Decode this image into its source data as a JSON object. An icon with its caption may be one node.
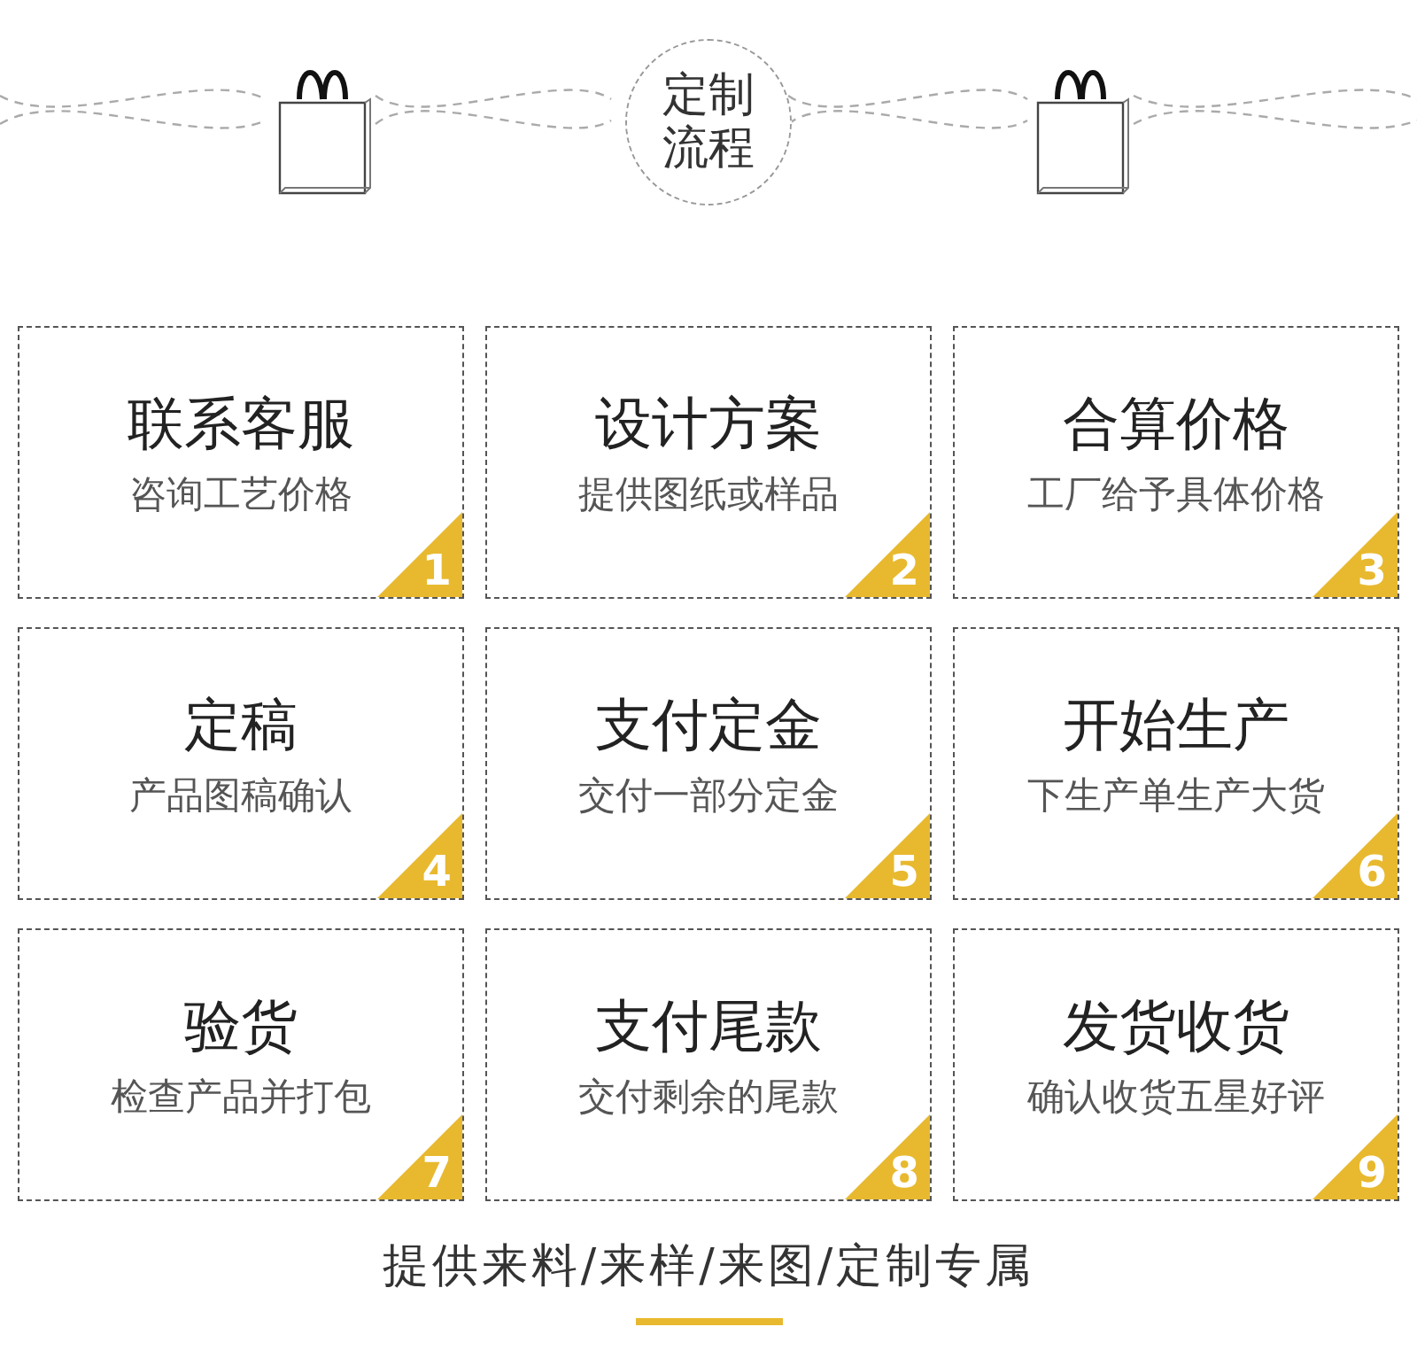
{
  "diagram": {
    "caption": "提供来料/来样/来图/定制专属",
    "nodes": [
      {
        "text": [
          "定制流程"
        ]
      },
      {
        "text": [
          "联系客服",
          "咨询工艺价格"
        ]
      },
      {
        "text": [
          "1"
        ],
        "in": 1
      },
      {
        "text": [
          "设计方案",
          "提供图纸或样品"
        ]
      },
      {
        "text": [
          "2"
        ],
        "in": 3
      },
      {
        "text": [
          "合算价格",
          "工厂给予具体价格"
        ]
      },
      {
        "text": [
          "3"
        ],
        "in": 5
      },
      {
        "text": [
          "定稿",
          "产品图稿确认"
        ]
      },
      {
        "text": [
          "4"
        ],
        "in": 7
      },
      {
        "text": [
          "支付定金",
          "交付一部分定金"
        ]
      },
      {
        "text": [
          "5"
        ],
        "in": 9
      },
      {
        "text": [
          "开始生产",
          "下生产单生产大货"
        ]
      },
      {
        "text": [
          "6"
        ],
        "in": 11
      },
      {
        "text": [
          "验货",
          "检查产品并打包"
        ]
      },
      {
        "text": [
          "7"
        ],
        "in": 13
      },
      {
        "text": [
          "支付尾款",
          "交付剩余的尾款"
        ]
      },
      {
        "text": [
          "8"
        ],
        "in": 15
      },
      {
        "text": [
          "发货收货",
          "确认收货五星好评"
        ]
      },
      {
        "text": [
          "9"
        ],
        "in": 17
      }
    ]
  }
}
